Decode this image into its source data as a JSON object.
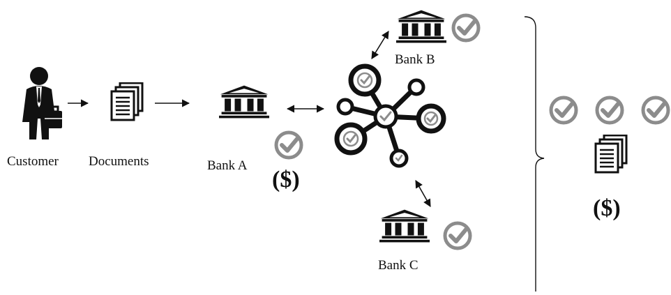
{
  "labels": {
    "customer": "Customer",
    "documents": "Documents",
    "bank_a": "Bank A",
    "bank_b": "Bank B",
    "bank_c": "Bank C",
    "dollar_bank_a": "($)",
    "dollar_result": "($)"
  },
  "icons": {
    "customer": "businessman-icon",
    "documents": "documents-icon",
    "bank": "bank-icon",
    "network": "network-hub-icon",
    "check": "check-circle-icon"
  },
  "colors": {
    "ink": "#111111",
    "check": "#8c8c8c",
    "arrow": "#111111"
  }
}
